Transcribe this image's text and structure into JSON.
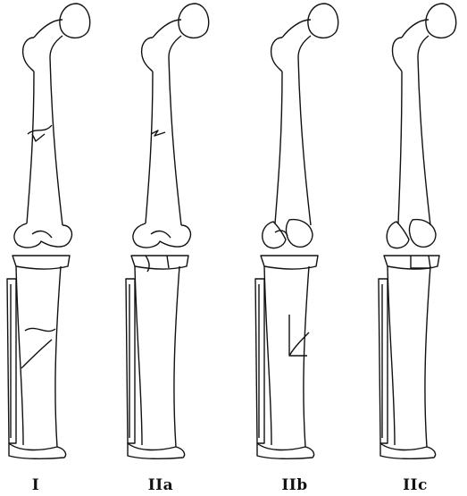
{
  "figure": {
    "panels": [
      {
        "id": "I",
        "label": "I",
        "fracture": "femur-shaft-and-tibia-shaft"
      },
      {
        "id": "IIa",
        "label": "IIa",
        "fracture": "femur-shaft-and-intra-articular-knee"
      },
      {
        "id": "IIb",
        "label": "IIb",
        "fracture": "femoral-condyles-and-tibia-shaft"
      },
      {
        "id": "IIc",
        "label": "IIc",
        "fracture": "femoral-condyles-and-tibial-plateau"
      }
    ],
    "colors": {
      "stroke": "#111111",
      "background": "#ffffff"
    }
  }
}
